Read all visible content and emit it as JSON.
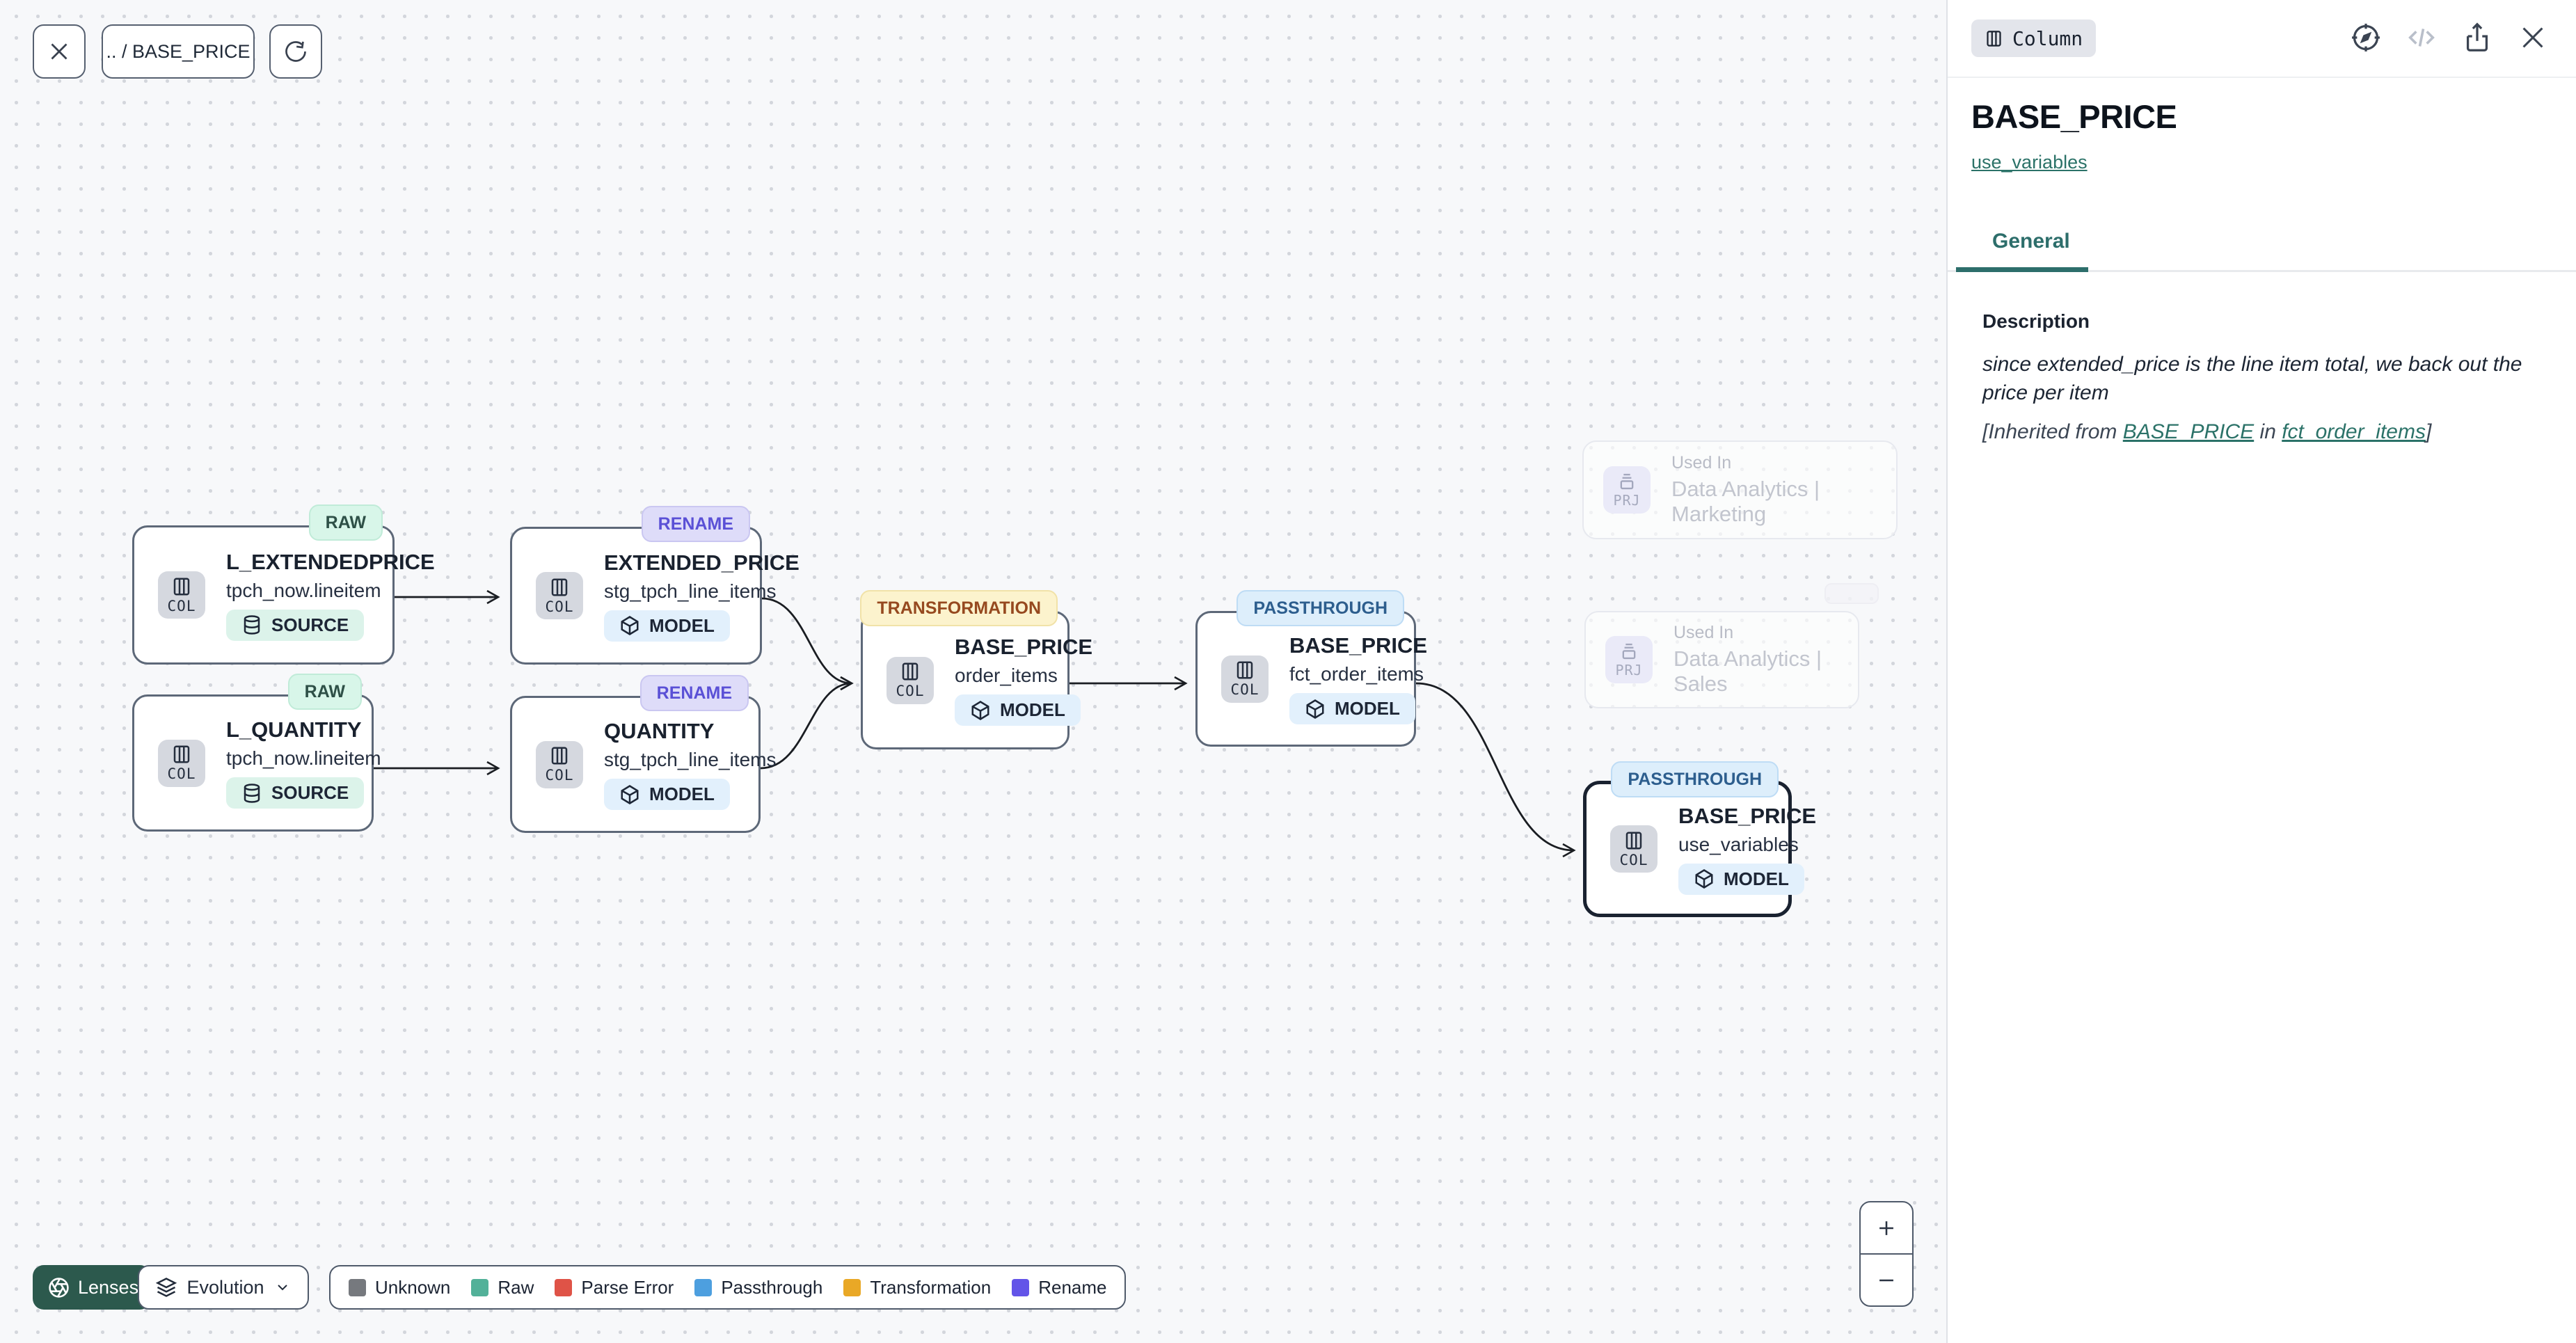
{
  "toolbar": {
    "breadcrumb": ".. / BASE_PRICE"
  },
  "panel": {
    "type_badge": "Column",
    "title": "BASE_PRICE",
    "model_link": "use_variables",
    "tab": "General",
    "description_heading": "Description",
    "description_body": "since extended_price is the line item total, we back out the price per item",
    "inherited": {
      "prefix": "[Inherited from ",
      "link_column": "BASE_PRICE",
      "middle": " in ",
      "link_model": "fct_order_items",
      "suffix": "]"
    }
  },
  "nodes": [
    {
      "badge": "RAW",
      "title": "L_EXTENDEDPRICE",
      "subtitle": "tpch_now.lineitem",
      "kind": "SOURCE",
      "chip": "COL"
    },
    {
      "badge": "RAW",
      "title": "L_QUANTITY",
      "subtitle": "tpch_now.lineitem",
      "kind": "SOURCE",
      "chip": "COL"
    },
    {
      "badge": "RENAME",
      "title": "EXTENDED_PRICE",
      "subtitle": "stg_tpch_line_items",
      "kind": "MODEL",
      "chip": "COL"
    },
    {
      "badge": "RENAME",
      "title": "QUANTITY",
      "subtitle": "stg_tpch_line_items",
      "kind": "MODEL",
      "chip": "COL"
    },
    {
      "badge": "TRANSFORMATION",
      "title": "BASE_PRICE",
      "subtitle": "order_items",
      "kind": "MODEL",
      "chip": "COL"
    },
    {
      "badge": "PASSTHROUGH",
      "title": "BASE_PRICE",
      "subtitle": "fct_order_items",
      "kind": "MODEL",
      "chip": "COL"
    },
    {
      "badge": "PASSTHROUGH",
      "title": "BASE_PRICE",
      "subtitle": "use_variables",
      "kind": "MODEL",
      "chip": "COL"
    }
  ],
  "used_in": [
    {
      "chip": "PRJ",
      "label": "Used In",
      "name": "Data Analytics | Marketing"
    },
    {
      "chip": "PRJ",
      "label": "Used In",
      "name": "Data Analytics | Sales"
    }
  ],
  "lenses": {
    "button": "Lenses",
    "mode": "Evolution"
  },
  "legend": [
    {
      "label": "Unknown",
      "color": "#76797e"
    },
    {
      "label": "Raw",
      "color": "#52b199"
    },
    {
      "label": "Parse Error",
      "color": "#df5347"
    },
    {
      "label": "Passthrough",
      "color": "#4d9fdf"
    },
    {
      "label": "Transformation",
      "color": "#e9a826"
    },
    {
      "label": "Rename",
      "color": "#6354e8"
    }
  ]
}
